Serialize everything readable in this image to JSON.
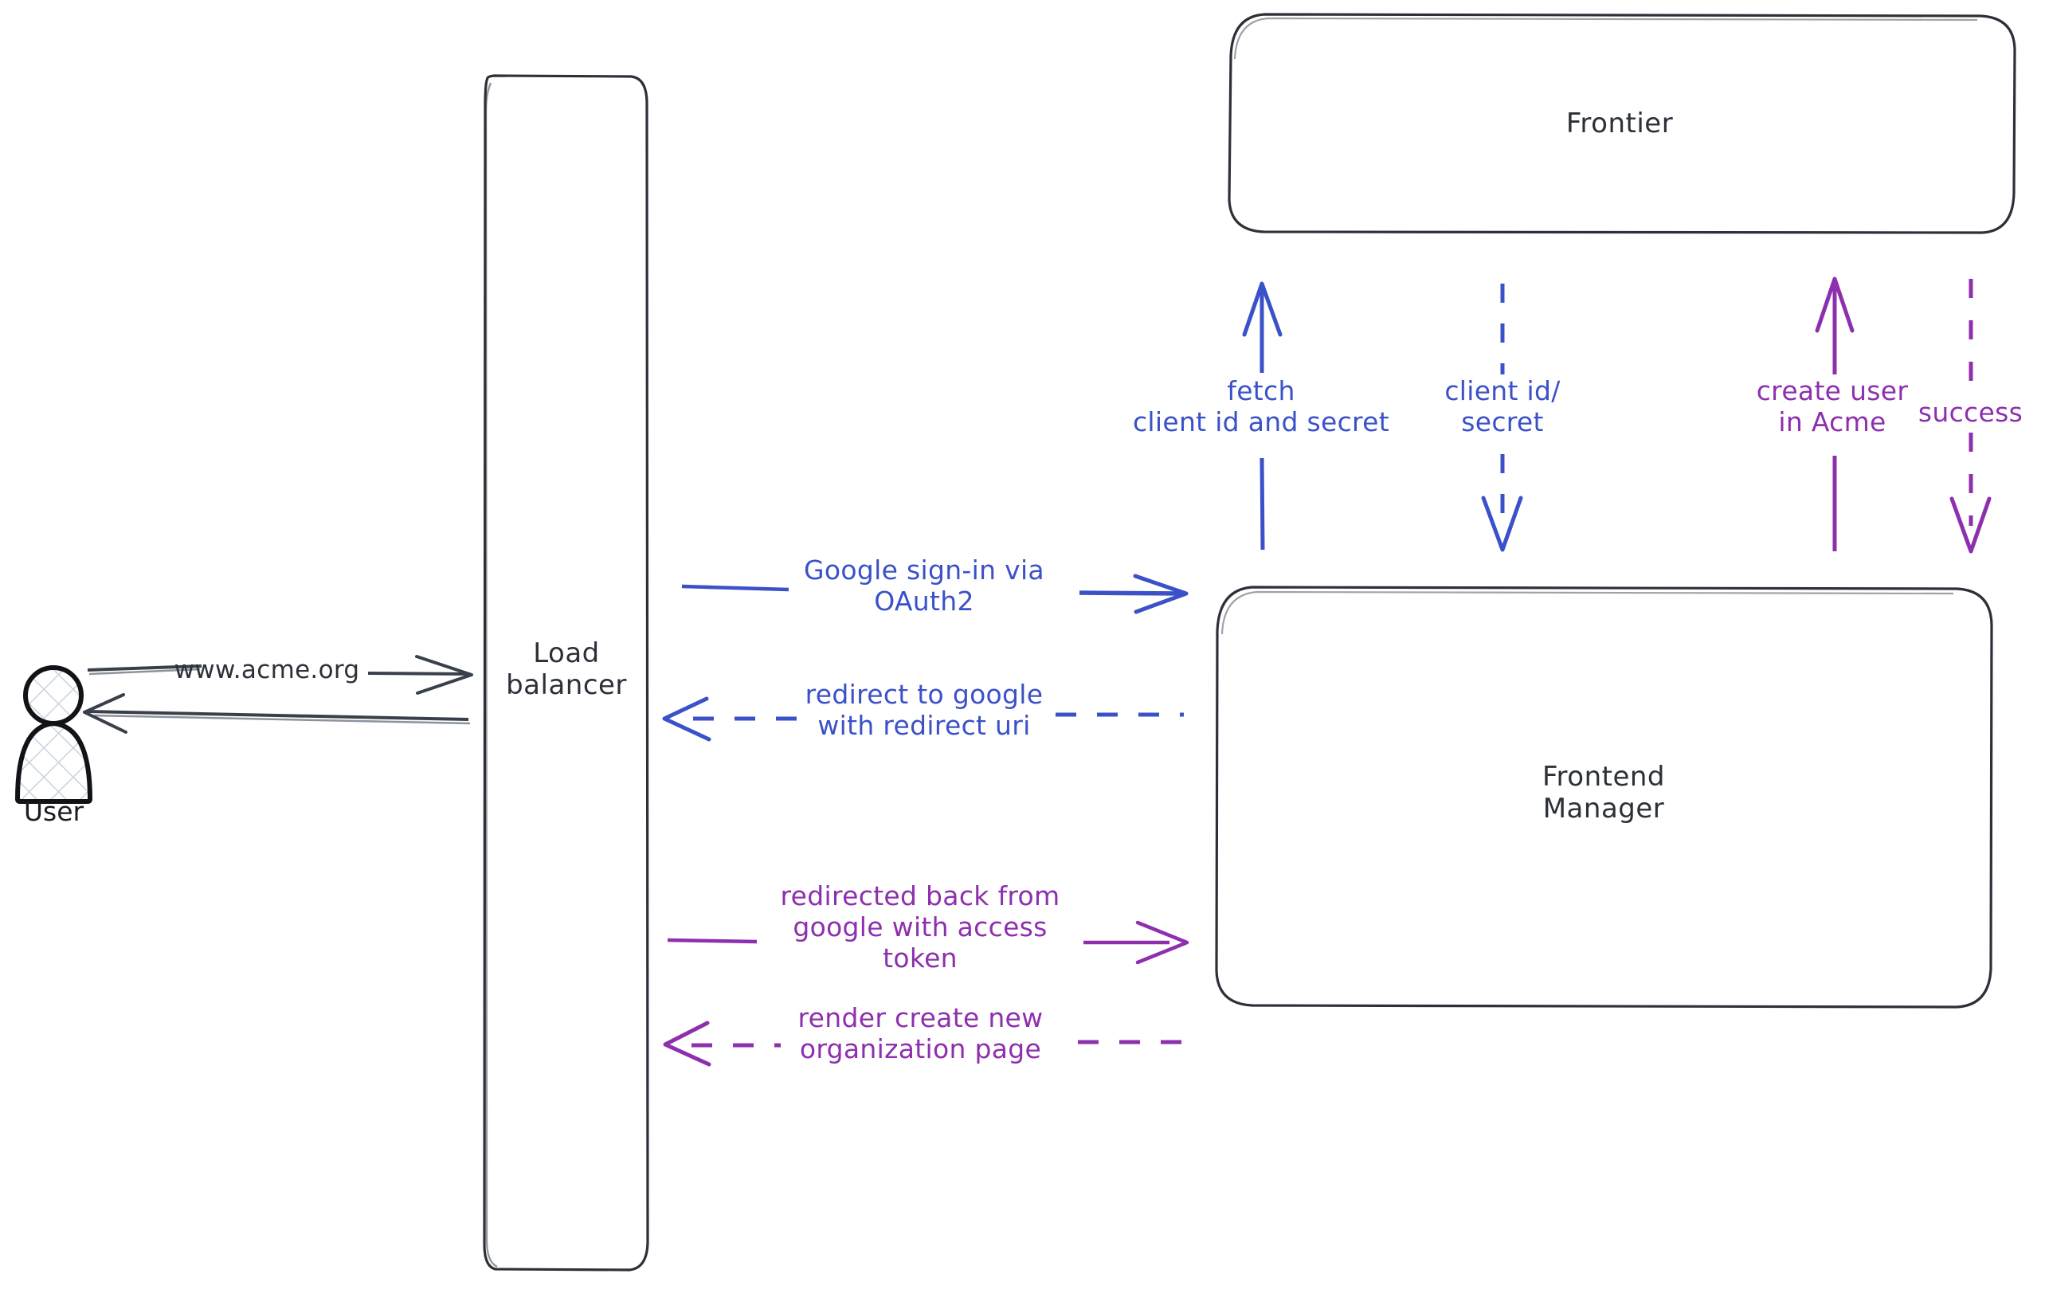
{
  "diagram": {
    "title": "Google OAuth2 sign-in sequence",
    "colors": {
      "stroke_dark": "#2c3038",
      "blue": "#3b51c8",
      "purple": "#8e2fae",
      "background": "#ffffff"
    },
    "nodes": [
      {
        "id": "user",
        "label": "User",
        "shape": "actor"
      },
      {
        "id": "loadbalancer",
        "label": "Load\nbalancer",
        "shape": "rounded-rect"
      },
      {
        "id": "frontier",
        "label": "Frontier",
        "shape": "rounded-rect"
      },
      {
        "id": "frontend",
        "label": "Frontend\nManager",
        "shape": "rounded-rect"
      }
    ],
    "edges": [
      {
        "id": "user-to-lb",
        "label": "www.acme.org",
        "from": "user",
        "to": "loadbalancer",
        "color": "#2c3038",
        "style": "solid",
        "direction": "right"
      },
      {
        "id": "lb-to-user",
        "label": "",
        "from": "loadbalancer",
        "to": "user",
        "color": "#2c3038",
        "style": "solid",
        "direction": "left"
      },
      {
        "id": "lb-to-fm-signin",
        "label": "Google sign-in via\nOAuth2",
        "from": "loadbalancer",
        "to": "frontend",
        "color": "#3b51c8",
        "style": "solid",
        "direction": "right"
      },
      {
        "id": "fm-to-lb-redirect",
        "label": "redirect to google\nwith redirect uri",
        "from": "frontend",
        "to": "loadbalancer",
        "color": "#3b51c8",
        "style": "dashed",
        "direction": "left"
      },
      {
        "id": "lb-to-fm-token",
        "label": "redirected back from\ngoogle with access\ntoken",
        "from": "loadbalancer",
        "to": "frontend",
        "color": "#8e2fae",
        "style": "solid",
        "direction": "right"
      },
      {
        "id": "fm-to-lb-render",
        "label": "render create new\norganization page",
        "from": "frontend",
        "to": "loadbalancer",
        "color": "#8e2fae",
        "style": "dashed",
        "direction": "left"
      },
      {
        "id": "fm-to-frontier-fetch",
        "label": "fetch\nclient id and secret",
        "from": "frontend",
        "to": "frontier",
        "color": "#3b51c8",
        "style": "solid",
        "direction": "up"
      },
      {
        "id": "frontier-to-fm-creds",
        "label": "client id/\nsecret",
        "from": "frontier",
        "to": "frontend",
        "color": "#3b51c8",
        "style": "dashed",
        "direction": "down"
      },
      {
        "id": "fm-to-frontier-create",
        "label": "create user\nin Acme",
        "from": "frontend",
        "to": "frontier",
        "color": "#8e2fae",
        "style": "solid",
        "direction": "up"
      },
      {
        "id": "frontier-to-fm-success",
        "label": "success",
        "from": "frontier",
        "to": "frontend",
        "color": "#8e2fae",
        "style": "dashed",
        "direction": "down"
      }
    ]
  }
}
